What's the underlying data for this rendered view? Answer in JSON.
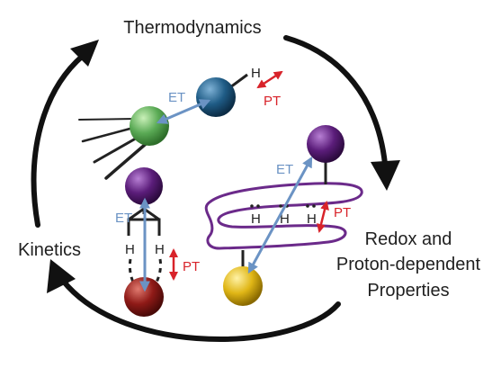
{
  "labels": {
    "thermodynamics": "Thermodynamics",
    "kinetics": "Kinetics",
    "redox_line1": "Redox and",
    "redox_line2": "Proton-dependent",
    "redox_line3": "Properties"
  },
  "tags": {
    "et": "ET",
    "pt": "PT",
    "h": "H"
  },
  "colors": {
    "et_arrow": "#6b93c4",
    "et_text": "#6b93c4",
    "pt_arrow": "#d8232a",
    "pt_text": "#d8232a",
    "cycle_arrow": "#111111",
    "ribbon": "#6b2a8a",
    "sphere_green": "#5aaa55",
    "sphere_blue": "#1f5c86",
    "sphere_purple": "#5b1d7a",
    "sphere_red": "#8f1a17",
    "sphere_yellow": "#e0b616"
  }
}
